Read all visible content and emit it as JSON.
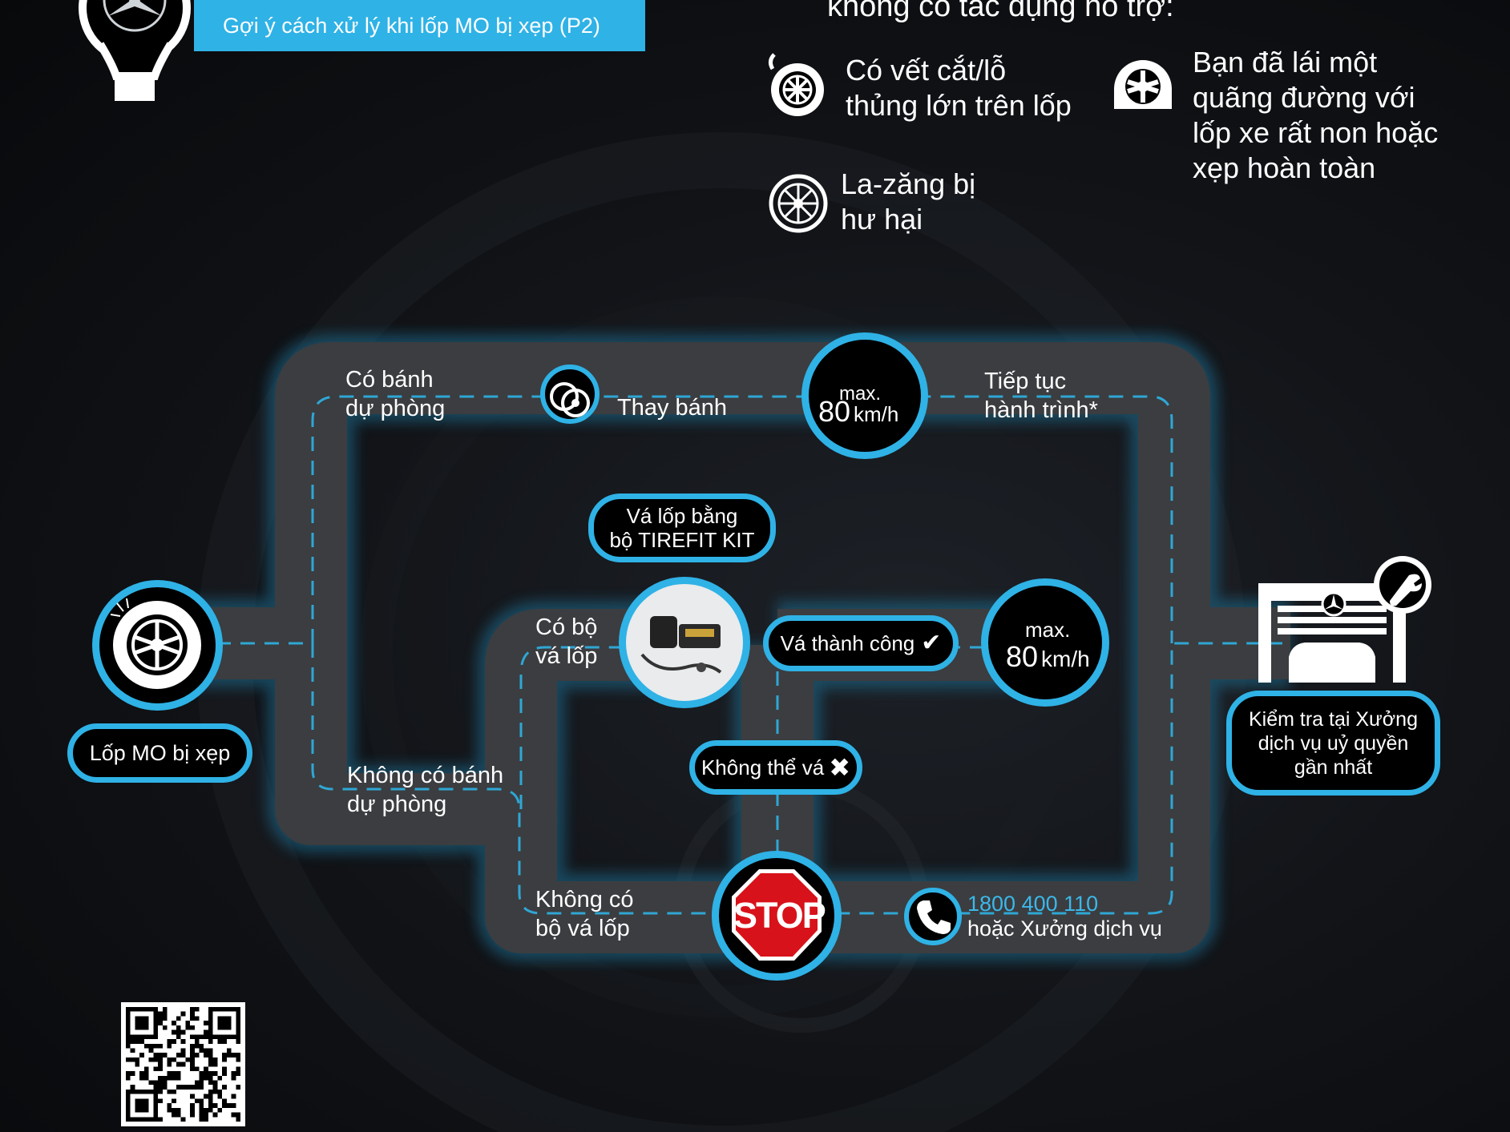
{
  "header": {
    "subtitle": "Gợi ý cách xử lý khi lốp MO bị xẹp (P2)",
    "intro": "không có tác dụng hỗ trợ:"
  },
  "conditions": [
    {
      "icon": "cut-tire-icon",
      "text": "Có vết cắt/lỗ\nthủng lớn trên lốp"
    },
    {
      "icon": "flat-tire-icon",
      "text": "Bạn đã lái một\nquãng đường với\nlốp xe rất non hoặc\nxẹp hoàn toàn"
    },
    {
      "icon": "damaged-rim-icon",
      "text": "La-zăng bị\như hại"
    }
  ],
  "flow": {
    "start_label": "Lốp MO bị xẹp",
    "has_spare": "Có bánh\ndự phòng",
    "change_wheel": "Thay bánh",
    "speed_top_max": "max.",
    "speed_top_value": "80",
    "speed_top_unit": "km/h",
    "continue_trip": "Tiếp tục\nhành trình*",
    "tirefit_label": "Vá lốp bằng\nbộ TIREFIT KIT",
    "has_kit": "Có bộ\nvá lốp",
    "repair_success": "Vá thành công",
    "speed_mid_max": "max.",
    "speed_mid_value": "80",
    "speed_mid_unit": "km/h",
    "no_spare": "Không có bánh\ndự phòng",
    "cannot_repair": "Không thể vá",
    "no_kit": "Không có\nbộ vá lốp",
    "stop_sign": "STOP",
    "phone": "1800 400 110",
    "phone_alt": "hoặc Xưởng dịch vụ",
    "workshop_label": "Kiểm tra tại Xưởng\ndịch vụ uỷ quyền\ngần nhất"
  },
  "colors": {
    "accent": "#2fb2e6",
    "road": "#3b3d40",
    "stop": "#d8121a"
  }
}
